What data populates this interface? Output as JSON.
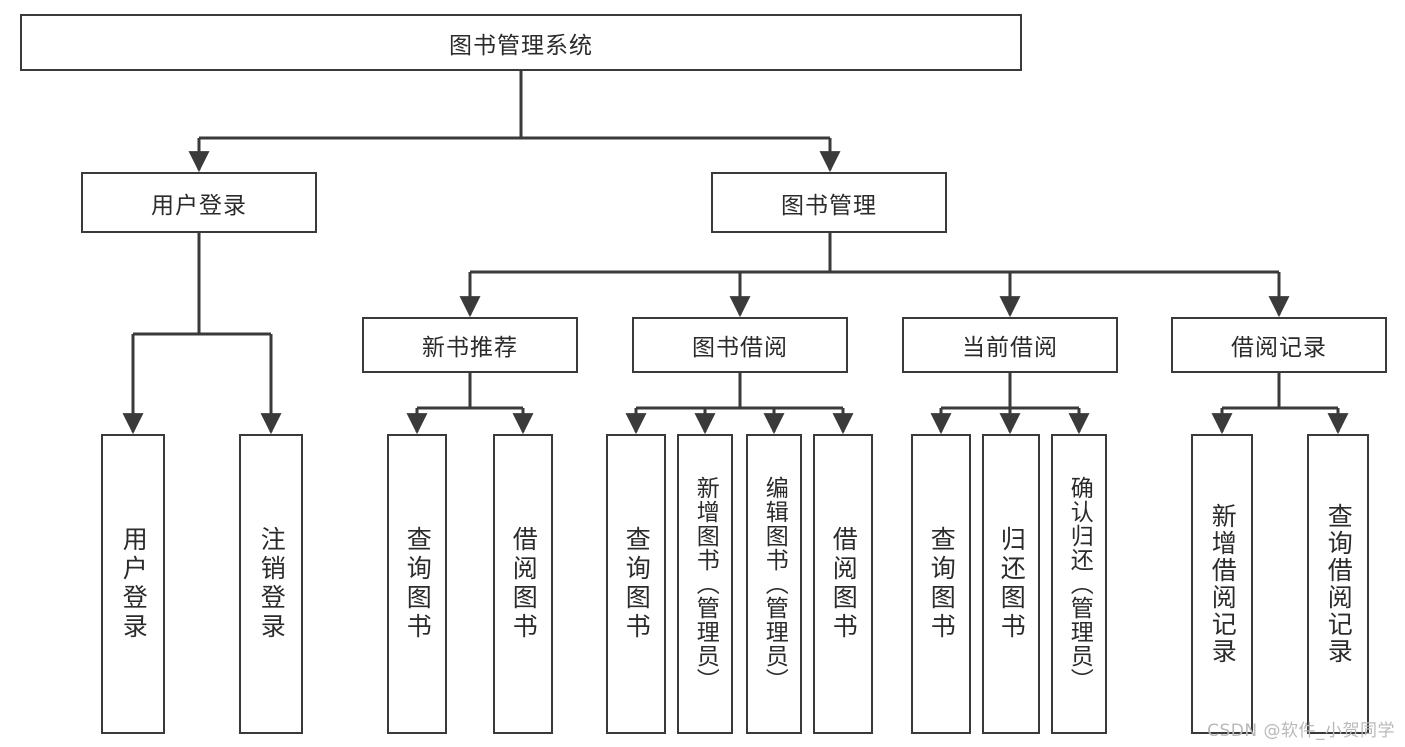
{
  "diagram": {
    "type": "tree",
    "title": "图书管理系统",
    "style": {
      "box_fill": "#ffffff",
      "box_border": "#3a3a3a",
      "text_color": "#2b2b2b",
      "edge_color": "#3a3a3a",
      "background": "#ffffff",
      "watermark_color": "#b9b9b9"
    },
    "root": {
      "label": "图书管理系统"
    },
    "level2": [
      {
        "id": "user-login",
        "label": "用户登录"
      },
      {
        "id": "book-manage",
        "label": "图书管理"
      }
    ],
    "level3": [
      {
        "id": "new-book-rec",
        "label": "新书推荐",
        "parent": "book-manage"
      },
      {
        "id": "book-borrow",
        "label": "图书借阅",
        "parent": "book-manage"
      },
      {
        "id": "current-borrow",
        "label": "当前借阅",
        "parent": "book-manage"
      },
      {
        "id": "borrow-record",
        "label": "借阅记录",
        "parent": "book-manage"
      }
    ],
    "leaves": [
      {
        "id": "leaf-user-login",
        "label": "用户登录",
        "parent": "user-login"
      },
      {
        "id": "leaf-logout",
        "label": "注销登录",
        "parent": "user-login"
      },
      {
        "id": "leaf-query-book-1",
        "label": "查询图书",
        "parent": "new-book-rec"
      },
      {
        "id": "leaf-borrow-book-1",
        "label": "借阅图书",
        "parent": "new-book-rec"
      },
      {
        "id": "leaf-query-book-2",
        "label": "查询图书",
        "parent": "book-borrow"
      },
      {
        "id": "leaf-add-book",
        "label": "新增图书（管理员）",
        "parent": "book-borrow"
      },
      {
        "id": "leaf-edit-book",
        "label": "编辑图书（管理员）",
        "parent": "book-borrow"
      },
      {
        "id": "leaf-borrow-book-2",
        "label": "借阅图书",
        "parent": "book-borrow"
      },
      {
        "id": "leaf-query-book-3",
        "label": "查询图书",
        "parent": "current-borrow"
      },
      {
        "id": "leaf-return-book",
        "label": "归还图书",
        "parent": "current-borrow"
      },
      {
        "id": "leaf-confirm-return",
        "label": "确认归还（管理员）",
        "parent": "current-borrow"
      },
      {
        "id": "leaf-add-record",
        "label": "新增借阅记录",
        "parent": "borrow-record"
      },
      {
        "id": "leaf-query-record",
        "label": "查询借阅记录",
        "parent": "borrow-record"
      }
    ]
  },
  "watermark": {
    "text": "CSDN @软件_小贺同学"
  }
}
